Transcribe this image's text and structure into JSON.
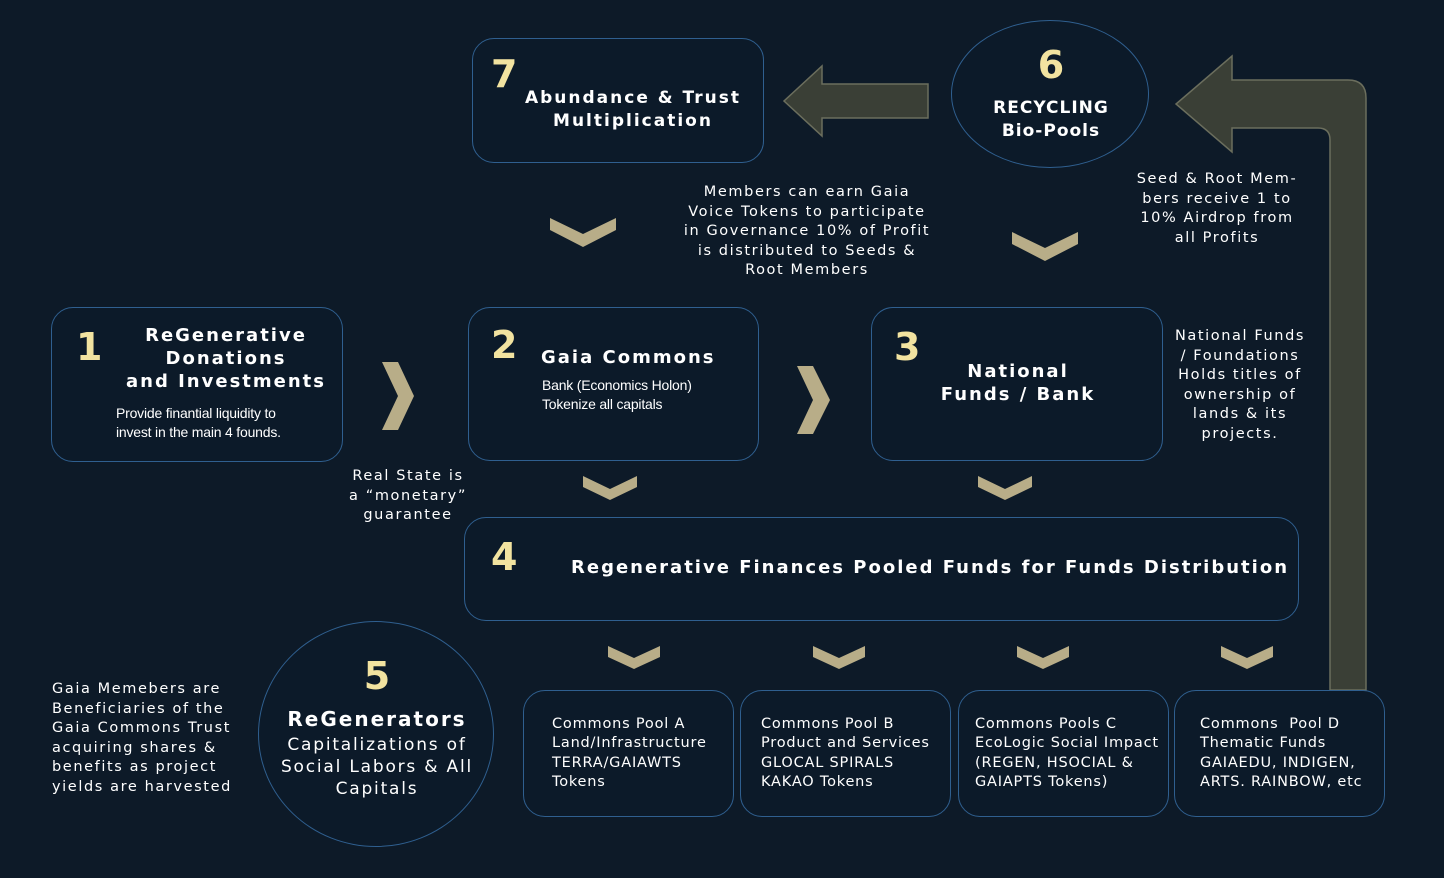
{
  "colors": {
    "background": "#0d1a28",
    "border": "#2f5f8f",
    "number": "#f2e3a0",
    "chevron": "#b8ad88",
    "arrow_fill": "#3a3f36",
    "arrow_stroke": "#6b6e5d"
  },
  "boxes": {
    "b1": {
      "number": "1",
      "title": [
        "ReGenerative",
        "Donations",
        "and Investments"
      ],
      "body": [
        "Provide finantial liquidity to",
        "invest in the main 4 founds."
      ]
    },
    "b2": {
      "number": "2",
      "title": "Gaia Commons",
      "body": [
        "Bank (Economics Holon)",
        "Tokenize all capitals"
      ]
    },
    "b3": {
      "number": "3",
      "title": [
        "National",
        "Funds / Bank"
      ]
    },
    "b4": {
      "number": "4",
      "title": "Regenerative Finances Pooled Funds for Funds Distribution"
    },
    "b5": {
      "number": "5",
      "title": "ReGenerators",
      "subtitle": [
        "Capitalizations of",
        "Social Labors & All",
        "Capitals"
      ]
    },
    "b6": {
      "number": "6",
      "title": [
        "RECYCLING",
        "Bio-Pools"
      ]
    },
    "b7": {
      "number": "7",
      "title": [
        "Abundance & Trust",
        "Multiplication"
      ]
    }
  },
  "pools": [
    {
      "lines": [
        "Commons Pool A",
        "Land/Infrastructure",
        "TERRA/GAIAWTS",
        "Tokens"
      ]
    },
    {
      "lines": [
        "Commons Pool B",
        "Product and Services",
        "GLOCAL SPIRALS",
        "KAKAO Tokens"
      ]
    },
    {
      "lines": [
        "Commons Pools C",
        "EcoLogic Social Impact",
        "(REGEN, HSOCIAL &",
        "GAIAPTS Tokens)"
      ]
    },
    {
      "lines": [
        "Commons  Pool D",
        "Thematic Funds",
        "GAIAEDU, INDIGEN,",
        "ARTS. RAINBOW, etc"
      ]
    }
  ],
  "notes": {
    "governance": [
      "Members can earn Gaia",
      "Voice Tokens to participate",
      "in Governance 10% of Profit",
      "is distributed to Seeds &",
      "Root Members"
    ],
    "airdrop": [
      "Seed & Root Mem-",
      "bers receive 1 to",
      "10% Airdrop from",
      "all Profits"
    ],
    "national": [
      "National Funds",
      "/ Foundations",
      "Holds titles of",
      "ownership of",
      "lands & its",
      "projects."
    ],
    "realstate": [
      "Real State is",
      "a “monetary”",
      "guarantee"
    ],
    "beneficiaries": [
      "Gaia Memebers are",
      "Beneficiaries of the",
      "Gaia Commons Trust",
      "acquiring shares &",
      "benefits as project",
      "yields are harvested"
    ]
  }
}
